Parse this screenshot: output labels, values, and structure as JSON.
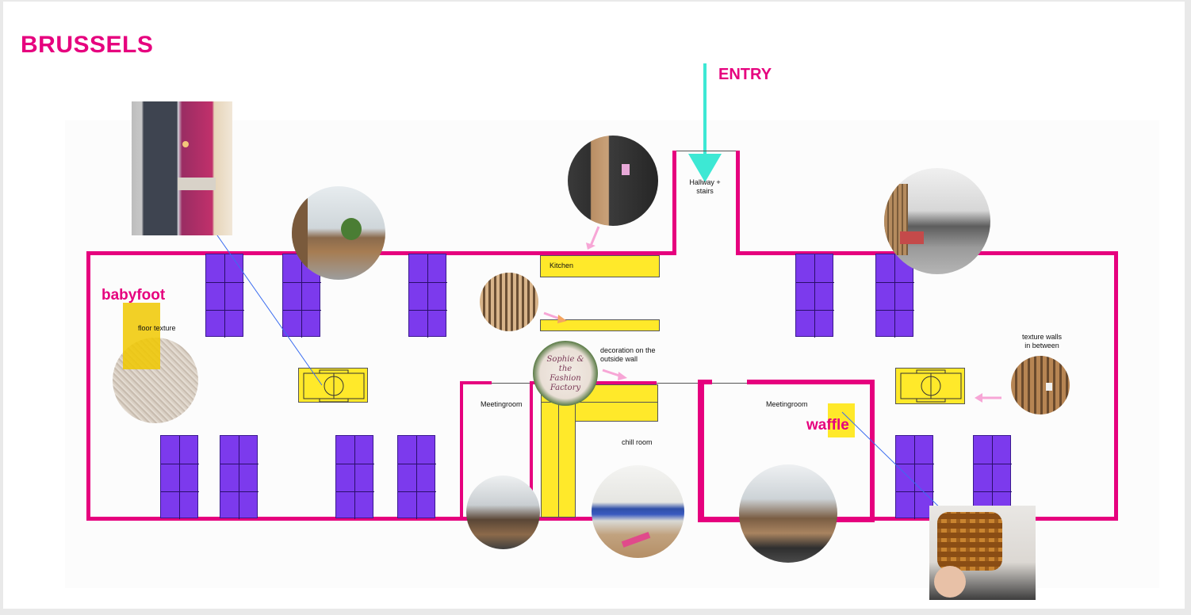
{
  "title": "BRUSSELS",
  "entry_label": "ENTRY",
  "hallway_label": "Hallway +\nstairs",
  "kitchen_label": "Kitchen",
  "babyfoot_label": "babyfoot",
  "floor_texture_label": "floor texture",
  "decoration_label": "decoration on the\noutside wall",
  "texture_walls_label": "texture walls\nin between",
  "meetingroom_left_label": "Meetingroom",
  "meetingroom_right_label": "Meetingroom",
  "chill_room_label": "chill room",
  "waffle_label": "waffle",
  "decoration_sign_text": "Sophie & the Fashion Factory",
  "colors": {
    "wall": "#e6007e",
    "entry_arrow": "#3de8d4",
    "desk": "#7c3aed",
    "furniture": "#ffe92a",
    "pointer_arrow": "#f7a6d6"
  }
}
